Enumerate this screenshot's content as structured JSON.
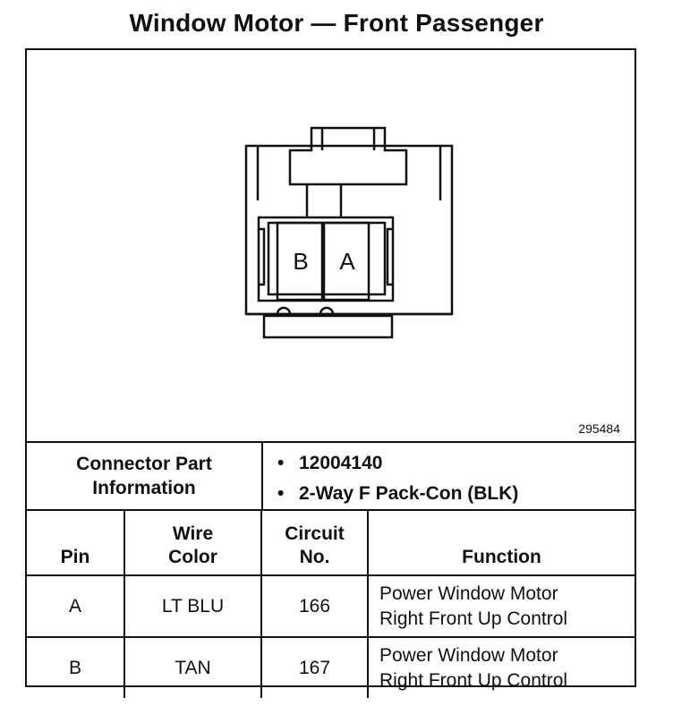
{
  "title": "Window Motor — Front Passenger",
  "diagram": {
    "figure_number": "295484",
    "pin_labels": [
      "B",
      "A"
    ]
  },
  "connector_info": {
    "label_line1": "Connector Part",
    "label_line2": "Information",
    "items": [
      "12004140",
      "2-Way F Pack-Con (BLK)"
    ]
  },
  "pin_table": {
    "headers": {
      "pin": "Pin",
      "wire_color_line1": "Wire",
      "wire_color_line2": "Color",
      "circuit_line1": "Circuit",
      "circuit_line2": "No.",
      "function": "Function"
    },
    "rows": [
      {
        "pin": "A",
        "wire_color": "LT BLU",
        "circuit": "166",
        "function_line1": "Power Window Motor",
        "function_line2": "Right Front Up Control"
      },
      {
        "pin": "B",
        "wire_color": "TAN",
        "circuit": "167",
        "function_line1": "Power Window Motor",
        "function_line2": "Right Front Up Control"
      }
    ]
  }
}
